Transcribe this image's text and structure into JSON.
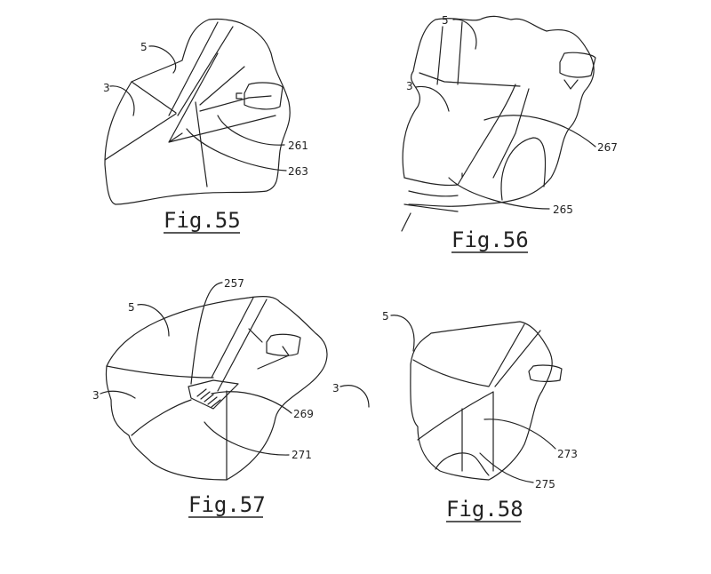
{
  "figures": [
    {
      "caption": "Fig.55",
      "labels": [
        "5",
        "3",
        "261",
        "263"
      ]
    },
    {
      "caption": "Fig.56",
      "labels": [
        "5",
        "3",
        "267",
        "265"
      ]
    },
    {
      "caption": "Fig.57",
      "labels": [
        "257",
        "5",
        "3",
        "269",
        "271"
      ]
    },
    {
      "caption": "Fig.58",
      "labels": [
        "5",
        "3",
        "273",
        "275"
      ]
    }
  ]
}
